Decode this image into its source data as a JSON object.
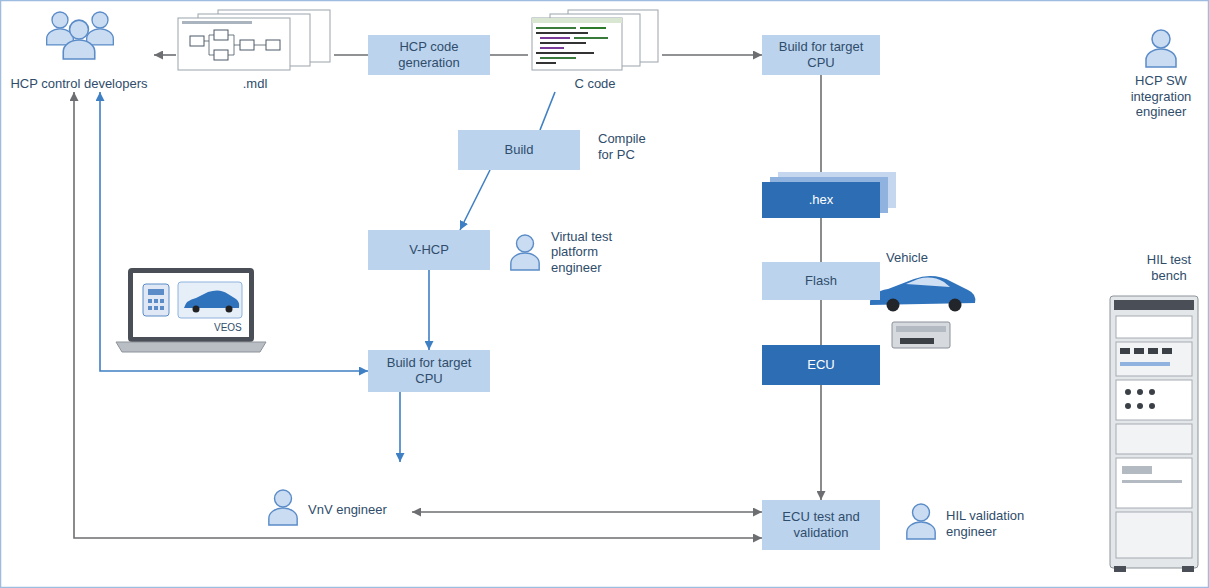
{
  "diagram": {
    "nodes": [
      {
        "text": [
          "HCP control developers"
        ]
      },
      {
        "text": [
          ".mdl"
        ]
      },
      {
        "text": [
          "HCP code generation"
        ]
      },
      {
        "text": [
          "C code"
        ]
      },
      {
        "text": [
          "Build for target CPU"
        ]
      },
      {
        "text": [
          "HCP SW integration engineer"
        ]
      },
      {
        "text": [
          "Build"
        ]
      },
      {
        "text": [
          ".hex"
        ]
      },
      {
        "text": [
          "V-HCP"
        ]
      },
      {
        "text": [
          "Virtual test platform engineer"
        ]
      },
      {
        "text": [
          "Flash"
        ]
      },
      {
        "text": [
          "Build for target CPU"
        ]
      },
      {
        "text": [
          "ECU"
        ]
      },
      {
        "text": [
          "VnV engineer"
        ]
      },
      {
        "text": [
          "ECU test and validation"
        ]
      },
      {
        "text": [
          "HIL validation engineer"
        ]
      }
    ],
    "edges": [
      {
        "from": 2,
        "to": 1,
        "arrow": "none"
      },
      {
        "from": 1,
        "to": 0,
        "arrow": "to"
      },
      {
        "from": 2,
        "to": 3,
        "arrow": "none"
      },
      {
        "from": 3,
        "to": 4,
        "arrow": "to"
      },
      {
        "from": 3,
        "to": 6,
        "arrow": "none"
      },
      {
        "from": 6,
        "to": 8,
        "arrow": "to"
      },
      {
        "from": 4,
        "to": 7,
        "arrow": "none"
      },
      {
        "from": 7,
        "to": 10,
        "arrow": "none"
      },
      {
        "from": 10,
        "to": 12,
        "arrow": "none"
      },
      {
        "from": 8,
        "to": 11,
        "arrow": "to"
      },
      {
        "from": 11,
        "to": 0,
        "arrow": "both"
      },
      {
        "from": 11,
        "to": 13,
        "arrow": "to"
      },
      {
        "from": 13,
        "to": 14,
        "arrow": "both"
      },
      {
        "from": 12,
        "to": 14,
        "arrow": "to"
      },
      {
        "from": 14,
        "to": 0,
        "arrow": "both"
      }
    ],
    "labels": [
      "Compile for PC",
      "VEOS",
      "Vehicle",
      "HIL test bench"
    ]
  }
}
